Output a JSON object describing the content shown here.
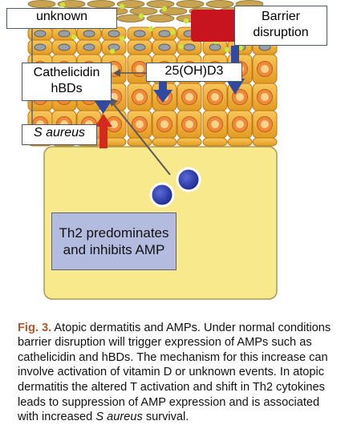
{
  "figure": {
    "labels": {
      "unknown": "unknown",
      "barrier_line1": "Barrier",
      "barrier_line2": "disruption",
      "cathelicidin_line1": "Cathelicidin",
      "cathelicidin_line2": "hBDs",
      "vitamin_d": "25(OH)D3",
      "s_aureus": "S aureus",
      "th2_line1": "Th2 predominates",
      "th2_line2": "and inhibits AMP"
    },
    "colors": {
      "cell_fill": "#f2b236",
      "cell_border": "#c07818",
      "nucleus_outer": "#f08a3a",
      "nucleus_inner": "#f9d48c",
      "dermis": "#f8e98c",
      "dermis_border": "#a89a55",
      "stratum_corneum": "#c8a450",
      "green_dots": "#c8e63c",
      "barrier_block": "#c8141e",
      "arrow_blue": "#2f4aa0",
      "arrow_red": "#d42a1e",
      "th2_fill": "#b3bcdf",
      "tcell_blue": "#2a3aa8",
      "caption_label": "#b5552a"
    }
  },
  "caption": {
    "label": "Fig. 3.",
    "part1": " Atopic dermatitis and AMPs. Under normal conditions barrier disruption will trigger expression of AMPs such as cathelicidin and hBDs. The mechanism for this increase can involve activation of vitamin D or unknown events. In atopic dermatitis the altered T activation and shift in Th2 cytokines leads to suppression of AMP expression and is associated with increased ",
    "species": "S aureus",
    "part2": " survival."
  }
}
